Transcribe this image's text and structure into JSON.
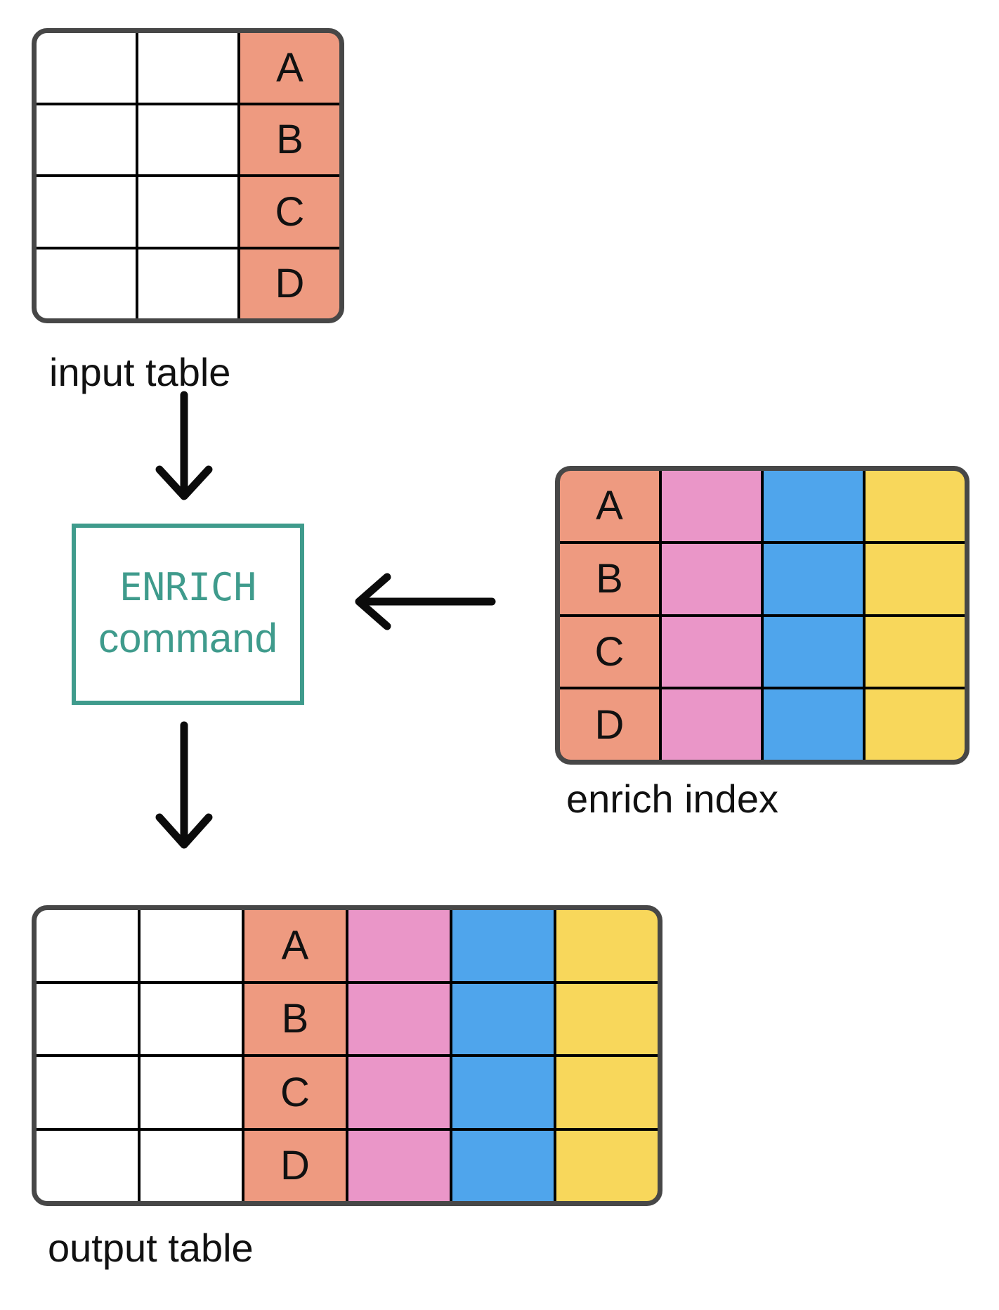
{
  "labels": {
    "input_table": "input table",
    "enrich_index": "enrich index",
    "output_table": "output table"
  },
  "enrich_box": {
    "line1": "ENRICH",
    "line2": "command"
  },
  "colors": {
    "salmon": "#ee9a80",
    "pink": "#ea96c8",
    "blue": "#4fa5ec",
    "yellow": "#f8d75b",
    "teal": "#3f9b8c",
    "border": "#474747",
    "line": "#000000"
  },
  "tables": {
    "input": {
      "rows": 4,
      "cols": 3,
      "key_column_index": 3,
      "key_letters": [
        "A",
        "B",
        "C",
        "D"
      ]
    },
    "enrich_index": {
      "rows": 4,
      "cols": 4,
      "key_column_index": 1,
      "key_letters": [
        "A",
        "B",
        "C",
        "D"
      ],
      "value_columns": [
        "pink",
        "blue",
        "yellow"
      ]
    },
    "output": {
      "rows": 4,
      "cols": 6,
      "key_column_index": 3,
      "key_letters": [
        "A",
        "B",
        "C",
        "D"
      ],
      "value_columns": [
        "pink",
        "blue",
        "yellow"
      ]
    }
  },
  "arrows": [
    {
      "name": "input-to-enrich-arrow",
      "direction": "down"
    },
    {
      "name": "index-to-enrich-arrow",
      "direction": "left"
    },
    {
      "name": "enrich-to-output-arrow",
      "direction": "down"
    }
  ]
}
